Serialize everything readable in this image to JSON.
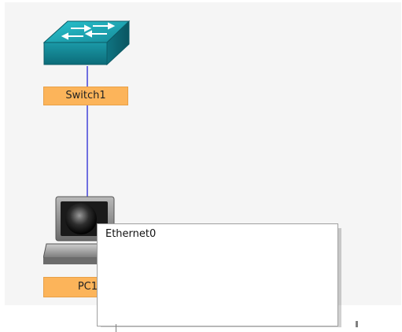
{
  "topology": {
    "devices": {
      "switch": {
        "label": "Switch1",
        "icon": "network-switch-icon"
      },
      "pc": {
        "label": "PC1",
        "icon": "desktop-pc-icon"
      }
    },
    "link": {
      "color": "#6f6fe0"
    }
  },
  "context_menu": {
    "items": [
      {
        "label": "Ethernet0"
      }
    ]
  },
  "colors": {
    "label_background": "#fcb45a",
    "switch_body": "#1a9aa8"
  }
}
